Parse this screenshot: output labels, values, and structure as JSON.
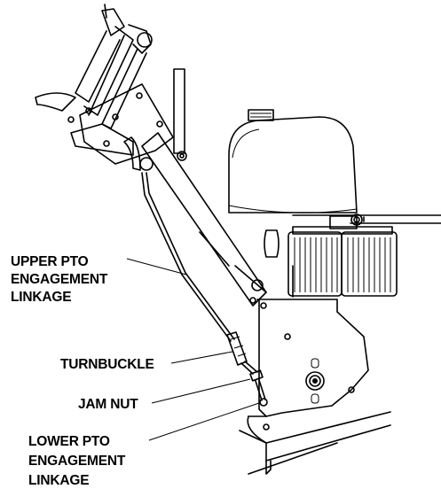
{
  "callouts": {
    "upper_pto_engagement_linkage": [
      "UPPER PTO",
      "ENGAGEMENT",
      "LINKAGE"
    ],
    "turnbuckle": [
      "TURNBUCKLE"
    ],
    "jam_nut": [
      "JAM NUT"
    ],
    "lower_pto_engagement_linkage": [
      "LOWER PTO",
      "ENGAGEMENT",
      "LINKAGE"
    ]
  }
}
